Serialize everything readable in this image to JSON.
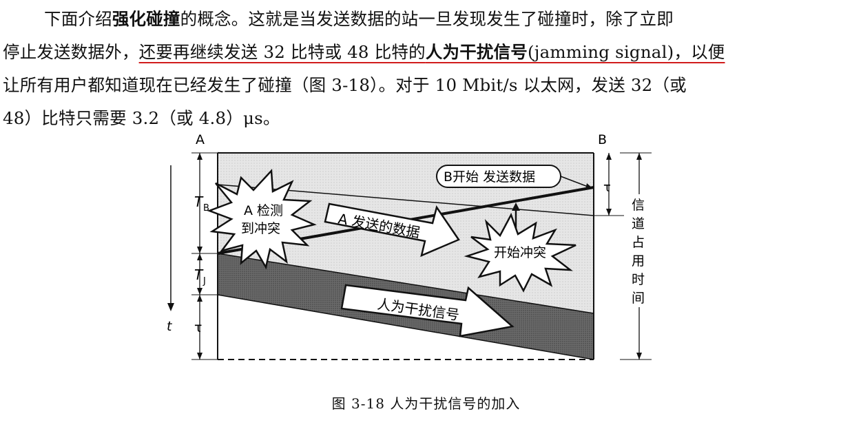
{
  "paragraph": {
    "line1_a": "下面介绍",
    "line1_bold": "强化碰撞",
    "line1_b": "的概念。这就是当发送数据的站一旦发现发生了碰撞时，除了立即",
    "line2_a": "停止发送数据外，",
    "line2_underlined": "还要再继续发送 32 比特或 48 比特的",
    "line2_bold": "人为干扰信号",
    "line2_b": "(jamming signal)，以便",
    "line3": "让所有用户都知道现在已经发生了碰撞（图 3-18）。对于 10 Mbit/s 以太网，发送 32（或",
    "line4": "48）比特只需要 3.2（或 4.8）μs。"
  },
  "figure": {
    "label_A": "A",
    "label_B": "B",
    "label_t": "t",
    "label_TB": "T",
    "label_TB_sub": "B",
    "label_TJ": "T",
    "label_TJ_sub": "J",
    "label_tau_left": "τ",
    "label_tau_right": "τ",
    "burst_A_line1": "A 检测",
    "burst_A_line2": "到冲突",
    "arrow_A_data": "A 发送的数据",
    "callout_B": "B开始 发送数据",
    "burst_collision": "开始冲突",
    "arrow_jam": "人为干扰信号",
    "channel_time": [
      "信",
      "道",
      "占",
      "用",
      "时",
      "间"
    ]
  },
  "caption": "图 3-18    人为干扰信号的加入"
}
